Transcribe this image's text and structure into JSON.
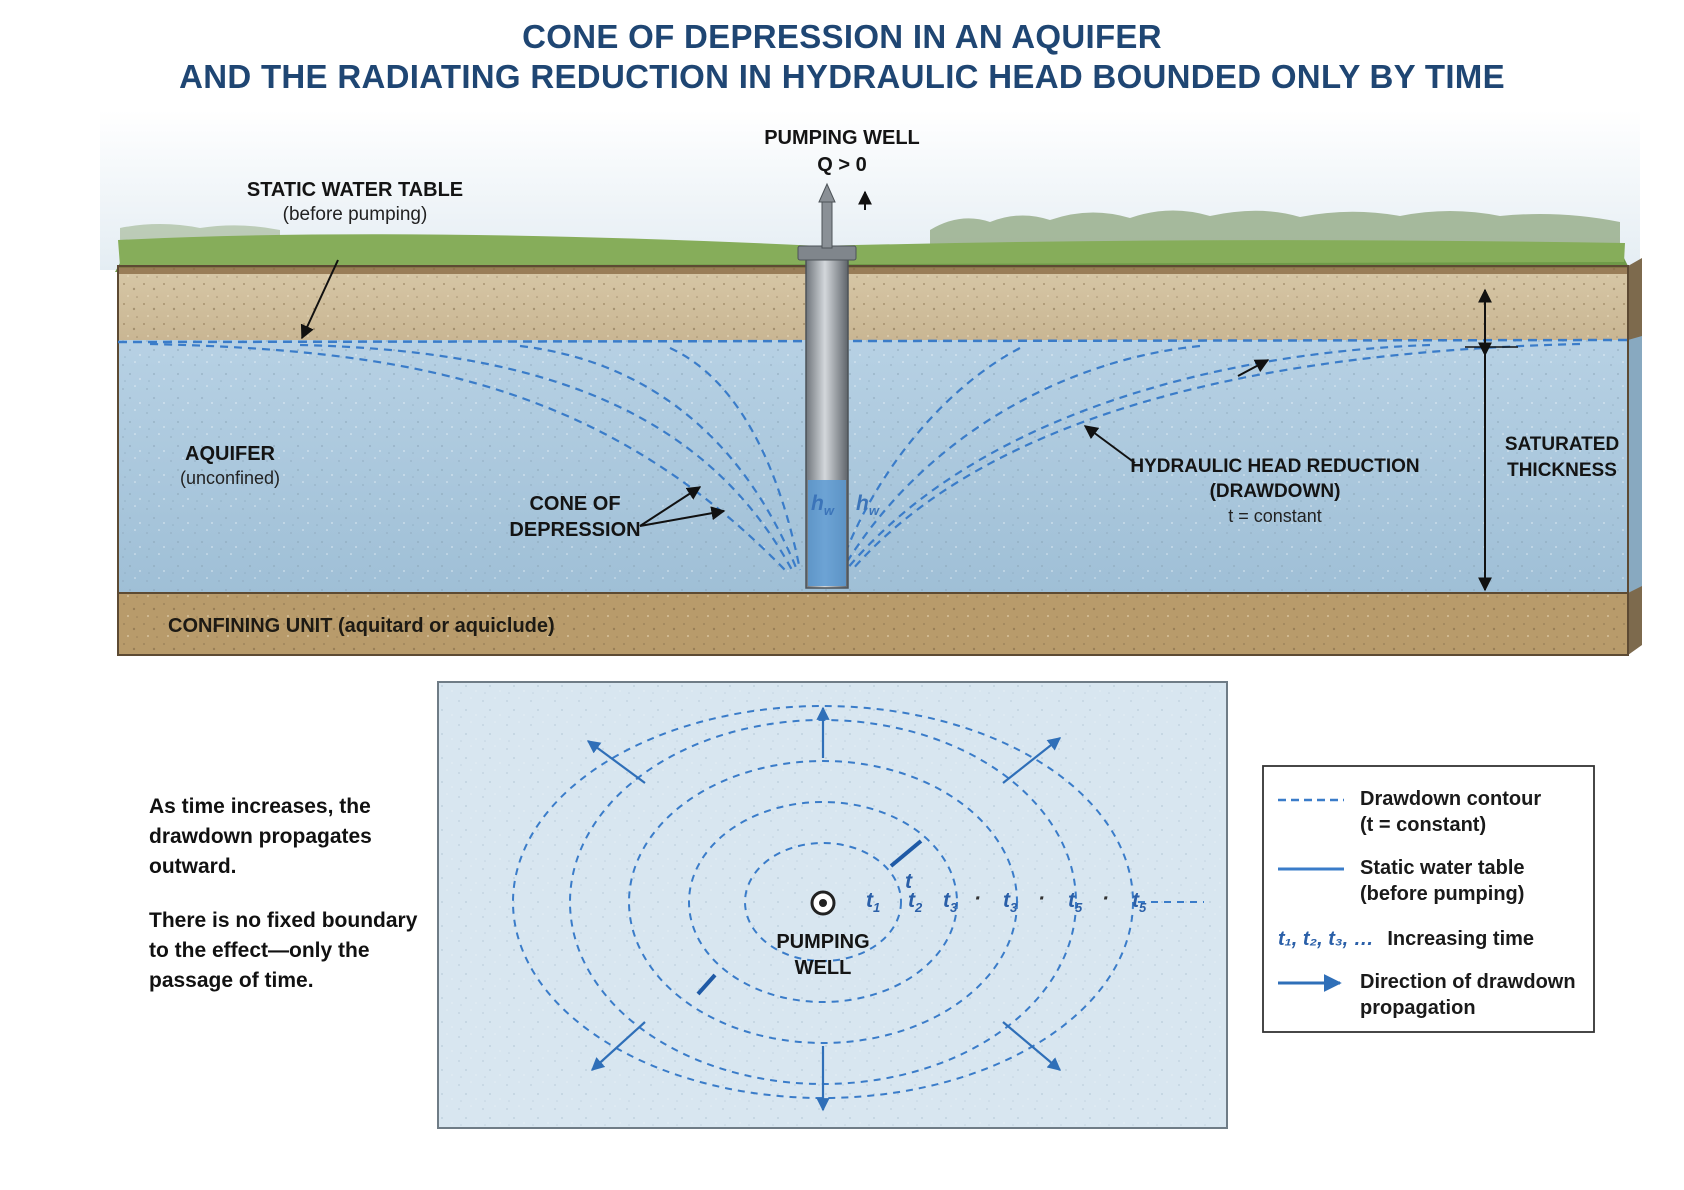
{
  "title": {
    "line1": "CONE OF DEPRESSION IN AN AQUIFER",
    "line2": "AND THE RADIATING REDUCTION IN HYDRAULIC HEAD BOUNDED ONLY BY TIME"
  },
  "cross_section": {
    "pumping_well_label": "PUMPING WELL",
    "pumping_well_rate": "Q > 0",
    "static_water_table_label": "STATIC WATER TABLE",
    "static_water_table_sub": "(before pumping)",
    "aquifer_label": "AQUIFER",
    "aquifer_sub": "(unconfined)",
    "cone_label_1": "CONE OF",
    "cone_label_2": "DEPRESSION",
    "drawdown_label_1": "HYDRAULIC HEAD REDUCTION",
    "drawdown_label_2": "(DRAWDOWN)",
    "drawdown_label_3": "t = constant",
    "saturated_label_1": "SATURATED",
    "saturated_label_2": "THICKNESS",
    "confining_label": "CONFINING UNIT (aquitard or aquiclude)",
    "hw_symbol": "h",
    "hw_subscript": "w"
  },
  "plan_view": {
    "well_label_1": "PUMPING",
    "well_label_2": "WELL",
    "t_symbol": "t",
    "time_markers": [
      {
        "symbol": "t",
        "sub": "1"
      },
      {
        "symbol": "t",
        "sub": "2"
      },
      {
        "symbol": "t",
        "sub": "3"
      },
      {
        "symbol": "t",
        "sub": "3"
      },
      {
        "symbol": "t",
        "sub": "5"
      },
      {
        "symbol": "t",
        "sub": "5"
      }
    ],
    "dots": "·"
  },
  "notes": {
    "para1": "As time increases, the drawdown propagates outward.",
    "para2": "There is no fixed boundary to the effect—only the passage of time."
  },
  "legend": {
    "items": [
      {
        "line1": "Drawdown contour",
        "line2": "(t = constant)"
      },
      {
        "line1": "Static water table",
        "line2": "(before pumping)"
      },
      {
        "line1": "Increasing time",
        "line2": ""
      },
      {
        "line1": "Direction of drawdown",
        "line2": "propagation"
      }
    ],
    "time_symbols": "t₁, t₂, t₃, …"
  },
  "colors": {
    "title": "#1f4673",
    "water": "#a9c6dc",
    "contour": "#3a7cc9",
    "soil": "#cbb894",
    "confining": "#b79a6d",
    "grass": "#7ea553"
  }
}
